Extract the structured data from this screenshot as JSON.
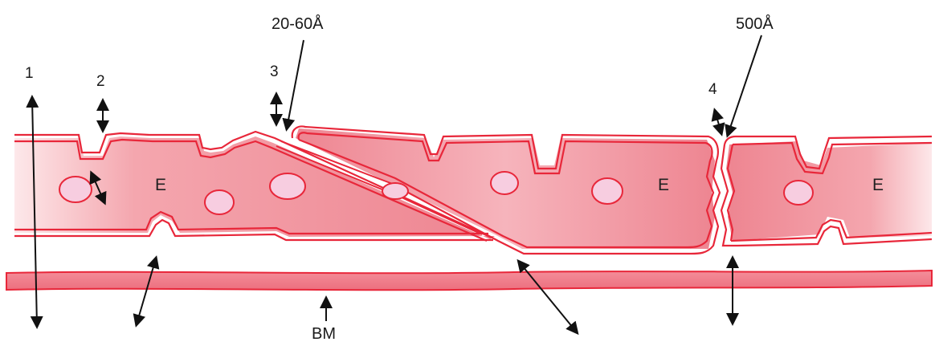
{
  "labels": {
    "num1": "1",
    "num2": "2",
    "num3": "3",
    "num4": "4",
    "tight_gap": "20-60Å",
    "wide_gap": "500Å",
    "cell_left": "E",
    "cell_mid": "E",
    "cell_right": "E",
    "basement_membrane": "BM"
  },
  "colors": {
    "membrane": "#e8273a",
    "cytoplasm": "#f08c98",
    "nucleus_fill": "#f7cde0",
    "bm_fill": "#f07a88",
    "arrow": "#111111"
  }
}
